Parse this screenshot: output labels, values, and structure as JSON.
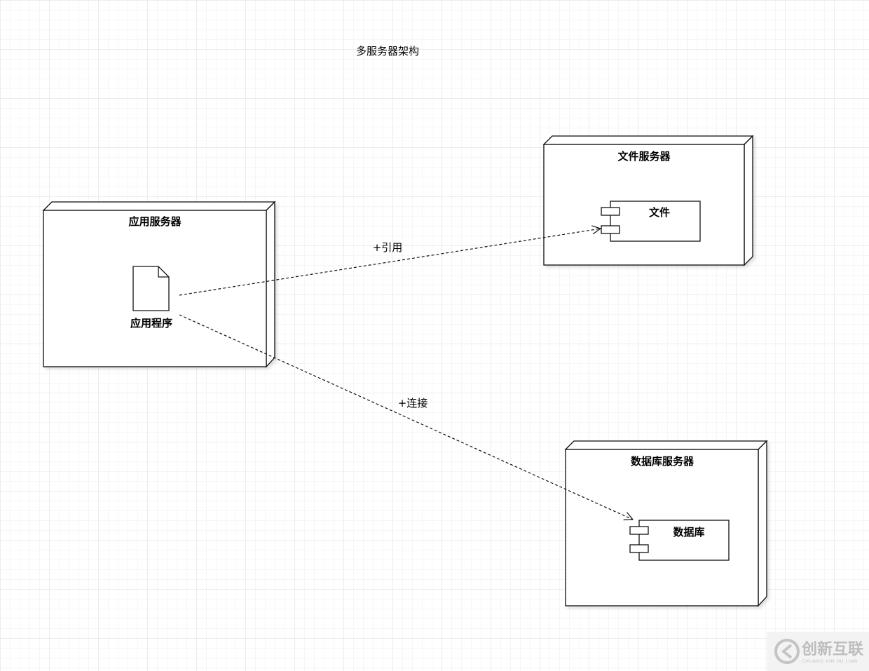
{
  "diagram": {
    "title": "多服务器架构",
    "nodes": {
      "app_server": {
        "label": "应用服务器"
      },
      "file_server": {
        "label": "文件服务器"
      },
      "db_server": {
        "label": "数据库服务器"
      }
    },
    "artifacts": {
      "app_program": {
        "label": "应用程序"
      }
    },
    "components": {
      "file": {
        "label": "文件"
      },
      "database": {
        "label": "数据库"
      }
    },
    "edges": [
      {
        "from": "应用程序",
        "to": "文件",
        "label": "+引用",
        "style": "dashed",
        "arrow": "open"
      },
      {
        "from": "应用程序",
        "to": "数据库",
        "label": "+连接",
        "style": "dashed",
        "arrow": "open"
      }
    ]
  },
  "watermark": {
    "text": "创新互联",
    "subtext": "CHUANG XIN HU LIAN"
  },
  "colors": {
    "stroke": "#111111",
    "node_fill": "#ffffff",
    "grid_minor": "#f6f6f6",
    "grid_major": "#ececec",
    "watermark": "#bdbdbd"
  }
}
